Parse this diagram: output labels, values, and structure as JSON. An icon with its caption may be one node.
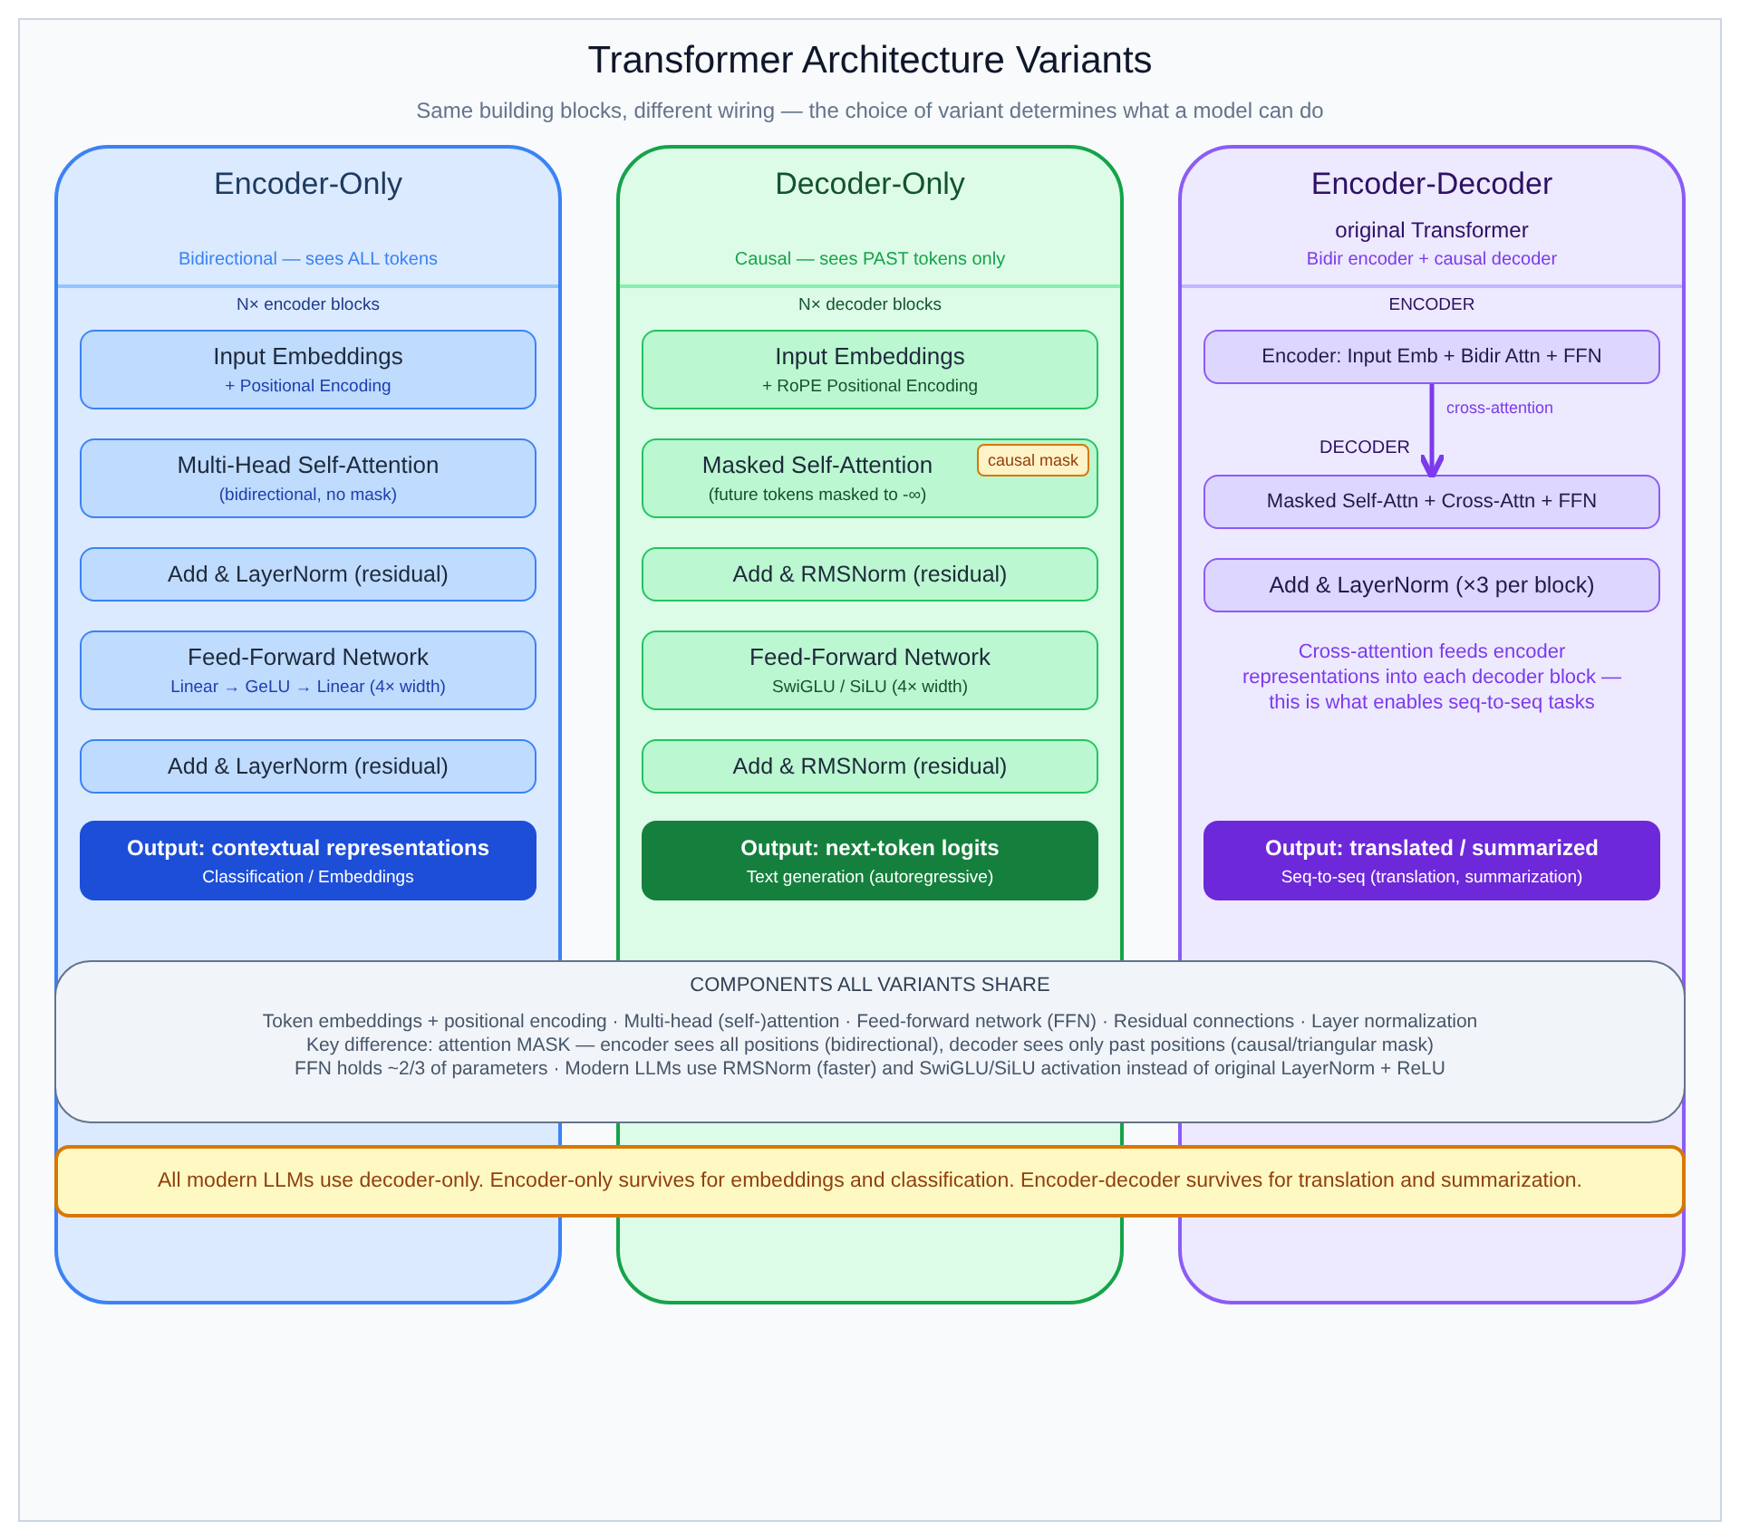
{
  "diagram": {
    "title": "Transformer Architecture Variants",
    "caption": "Same building blocks, different wiring — the choice of variant determines what a model can do",
    "nodes": [
      {
        "text": [
          "Encoder-Only",
          "Bidirectional — sees ALL tokens",
          "N× encoder blocks"
        ]
      },
      {
        "text": [
          "Input Embeddings",
          "+ Positional Encoding"
        ],
        "in": 0
      },
      {
        "text": [
          "Multi-Head Self-Attention",
          "(bidirectional, no mask)"
        ],
        "in": 0
      },
      {
        "text": [
          "Add & LayerNorm (residual)"
        ],
        "in": 0
      },
      {
        "text": [
          "Feed-Forward Network",
          "Linear → GeLU → Linear (4× width)"
        ],
        "in": 0
      },
      {
        "text": [
          "Add & LayerNorm (residual)"
        ],
        "in": 0
      },
      {
        "text": [
          "Output: contextual representations",
          "Classification / Embeddings"
        ],
        "in": 0
      },
      {
        "text": [
          "Decoder-Only",
          "Causal — sees PAST tokens only",
          "N× decoder blocks"
        ]
      },
      {
        "text": [
          "Input Embeddings",
          "+ RoPE Positional Encoding"
        ],
        "in": 7
      },
      {
        "text": [
          "Masked Self-Attention",
          "(future tokens masked to -∞)"
        ],
        "in": 7
      },
      {
        "text": [
          "causal mask"
        ],
        "in": 9
      },
      {
        "text": [
          "Add & RMSNorm (residual)"
        ],
        "in": 7
      },
      {
        "text": [
          "Feed-Forward Network",
          "SwiGLU / SiLU (4× width)"
        ],
        "in": 7
      },
      {
        "text": [
          "Add & RMSNorm (residual)"
        ],
        "in": 7
      },
      {
        "text": [
          "Output: next-token logits",
          "Text generation (autoregressive)"
        ],
        "in": 7
      },
      {
        "text": [
          "Encoder-Decoder",
          "original Transformer",
          "Bidir encoder + causal decoder",
          "ENCODER"
        ]
      },
      {
        "text": [
          "Encoder: Input Emb + Bidir Attn + FFN"
        ],
        "in": 15
      },
      {
        "text": [
          "Masked Self-Attn + Cross-Attn + FFN"
        ],
        "in": 15
      },
      {
        "text": [
          "Add & LayerNorm (×3 per block)"
        ],
        "in": 15
      },
      {
        "text": [
          "Output: translated / summarized",
          "Seq-to-seq (translation, summarization)"
        ],
        "in": 15
      },
      {
        "text": [
          "COMPONENTS ALL VARIANTS SHARE",
          "Token embeddings + positional encoding · Multi-head (self-)attention · Feed-forward network (FFN) · Residual connections · Layer normalization",
          "Key difference: attention MASK — encoder sees all positions (bidirectional), decoder sees only past positions (causal/triangular mask)",
          "FFN holds ~2/3 of parameters · Modern LLMs use RMSNorm (faster) and SwiGLU/SiLU activation instead of original LayerNorm + ReLU"
        ]
      },
      {
        "text": [
          "All modern LLMs use decoder-only. Encoder-only survives for embeddings and classification. Encoder-decoder survives for translation and summarization."
        ]
      }
    ],
    "edges": [
      {
        "from": 16,
        "to": 17,
        "arrow": "to",
        "label": "cross-attention"
      }
    ],
    "labels": [
      "DECODER",
      "Cross-attention feeds encoder representations into each decoder block — this is what enables seq-to-seq tasks"
    ]
  }
}
